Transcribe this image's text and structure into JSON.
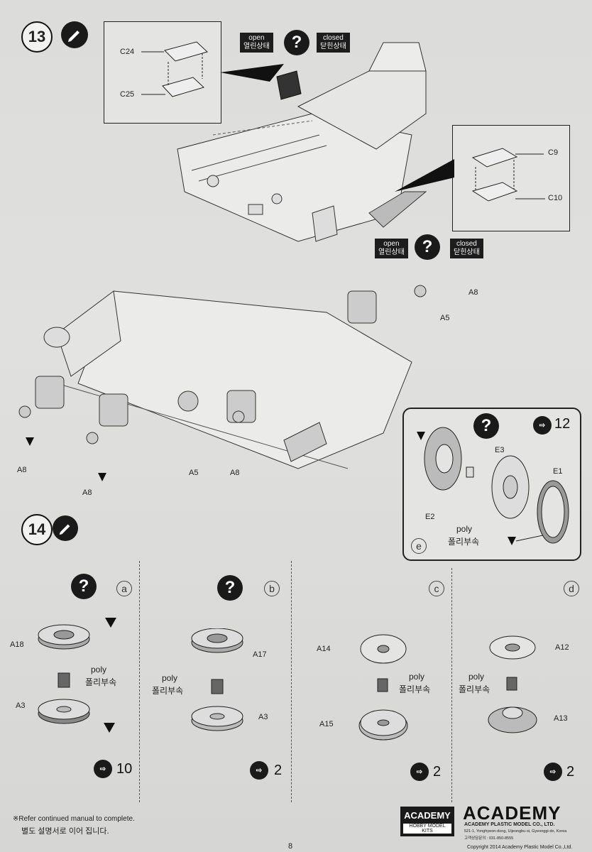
{
  "step13": {
    "number": "13",
    "inset_left": {
      "parts": [
        "C24",
        "C25"
      ]
    },
    "inset_right": {
      "parts": [
        "C9",
        "C10"
      ]
    },
    "state_top": {
      "open_en": "open",
      "open_ko": "열린상태",
      "closed_en": "closed",
      "closed_ko": "닫힌상태"
    },
    "state_bottom": {
      "open_en": "open",
      "open_ko": "열린상태",
      "closed_en": "closed",
      "closed_ko": "닫힌상태"
    },
    "question_mark": "?"
  },
  "hull_labels": {
    "a8_right": "A8",
    "a5_right": "A5",
    "a8_left": "A8",
    "a8_left2": "A8",
    "a5_bottom": "A5",
    "a8_bottom": "A8"
  },
  "subassembly_e": {
    "letter": "e",
    "count": "12",
    "parts": [
      "E3",
      "E1",
      "E2"
    ],
    "poly_en": "poly",
    "poly_ko": "폴리부속"
  },
  "step14": {
    "number": "14",
    "panels": [
      {
        "letter": "a",
        "top": "A18",
        "bottom": "A3",
        "poly_en": "poly",
        "poly_ko": "폴리부속",
        "count": "10",
        "question": true
      },
      {
        "letter": "b",
        "top": "A17",
        "bottom": "A3",
        "poly_en": "poly",
        "poly_ko": "폴리부속",
        "count": "2",
        "question": true
      },
      {
        "letter": "c",
        "top": "A14",
        "bottom": "A15",
        "poly_en": "poly",
        "poly_ko": "폴리부속",
        "count": "2",
        "question": false
      },
      {
        "letter": "d",
        "top": "A12",
        "bottom": "A13",
        "poly_en": "poly",
        "poly_ko": "폴리부속",
        "count": "2",
        "question": false
      }
    ]
  },
  "footer": {
    "note_en": "※Refer continued manual to complete.",
    "note_ko": "별도 설명서로 이어 집니다.",
    "logo_small_top": "ACADEMY",
    "logo_small_bottom": "HOBBY MODEL KITS",
    "logo_big": "ACADEMY",
    "company": "ACADEMY PLASTIC MODEL CO., LTD.",
    "address": "521-1, Yonghyeon-dong, Uijeongbu-si, Gyeonggi-do, Korea",
    "phone": "고객상담문의 : 031-850-8555",
    "page_number": "8",
    "copyright": "Copyright 2014 Academy Plastic Model Co.,Ltd."
  },
  "colors": {
    "paper": "#e0e0de",
    "ink": "#1a1a1a"
  }
}
